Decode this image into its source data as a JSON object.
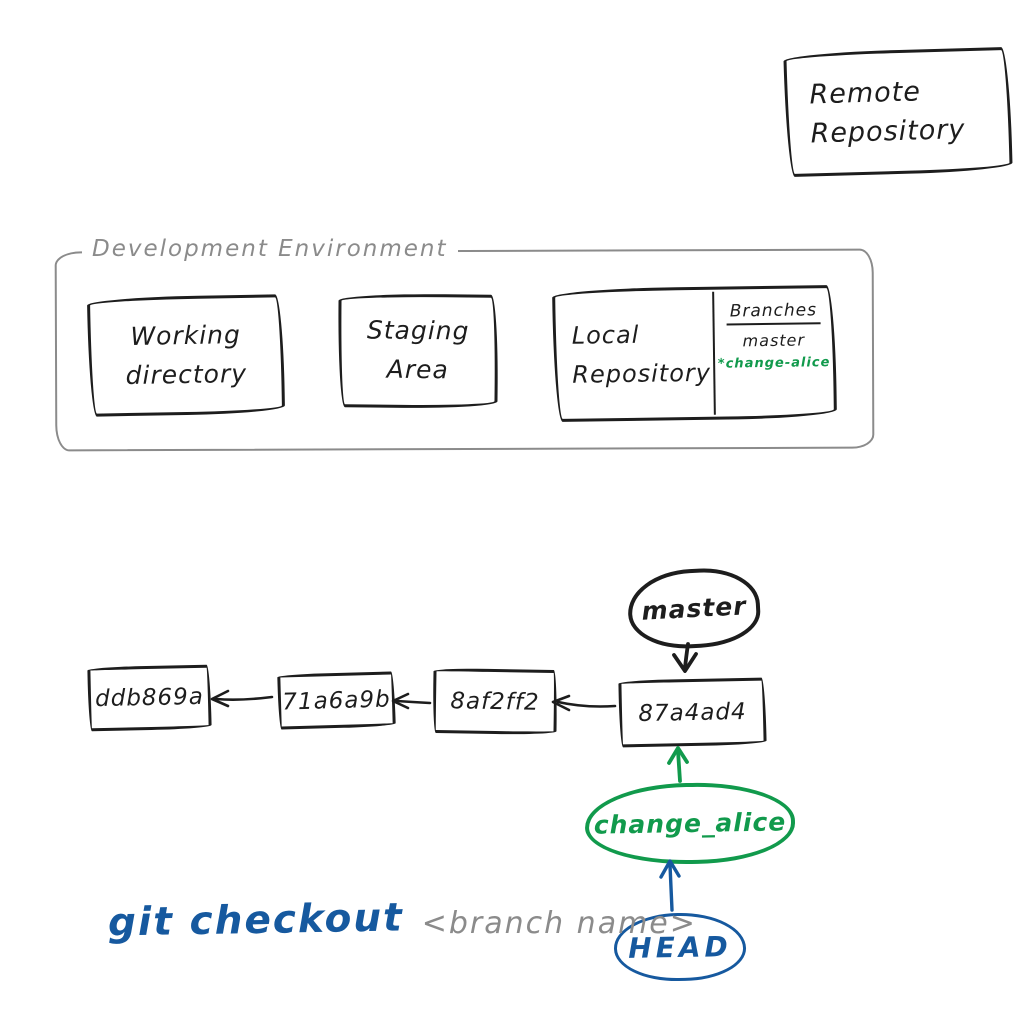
{
  "colors": {
    "ink": "#1d1d1d",
    "gray": "#8b8b8b",
    "green": "#119a4c",
    "blue": "#16599f"
  },
  "remote_repository": {
    "line1": "Remote",
    "line2": "Repository"
  },
  "dev_env": {
    "label": "Development Environment",
    "working_directory": {
      "line1": "Working",
      "line2": "directory"
    },
    "staging_area": {
      "line1": "Staging",
      "line2": "Area"
    },
    "local_repository": {
      "line1": "Local",
      "line2": "Repository"
    },
    "branches": {
      "title": "Branches",
      "items": [
        "master",
        "*change-alice"
      ]
    }
  },
  "commits": [
    "ddb869a",
    "71a6a9b",
    "8af2ff2",
    "87a4ad4"
  ],
  "refs": {
    "master": "master",
    "change_alice": "change_alice",
    "head": "HEAD"
  },
  "command": {
    "text": "git checkout",
    "argument": "<branch name>"
  }
}
